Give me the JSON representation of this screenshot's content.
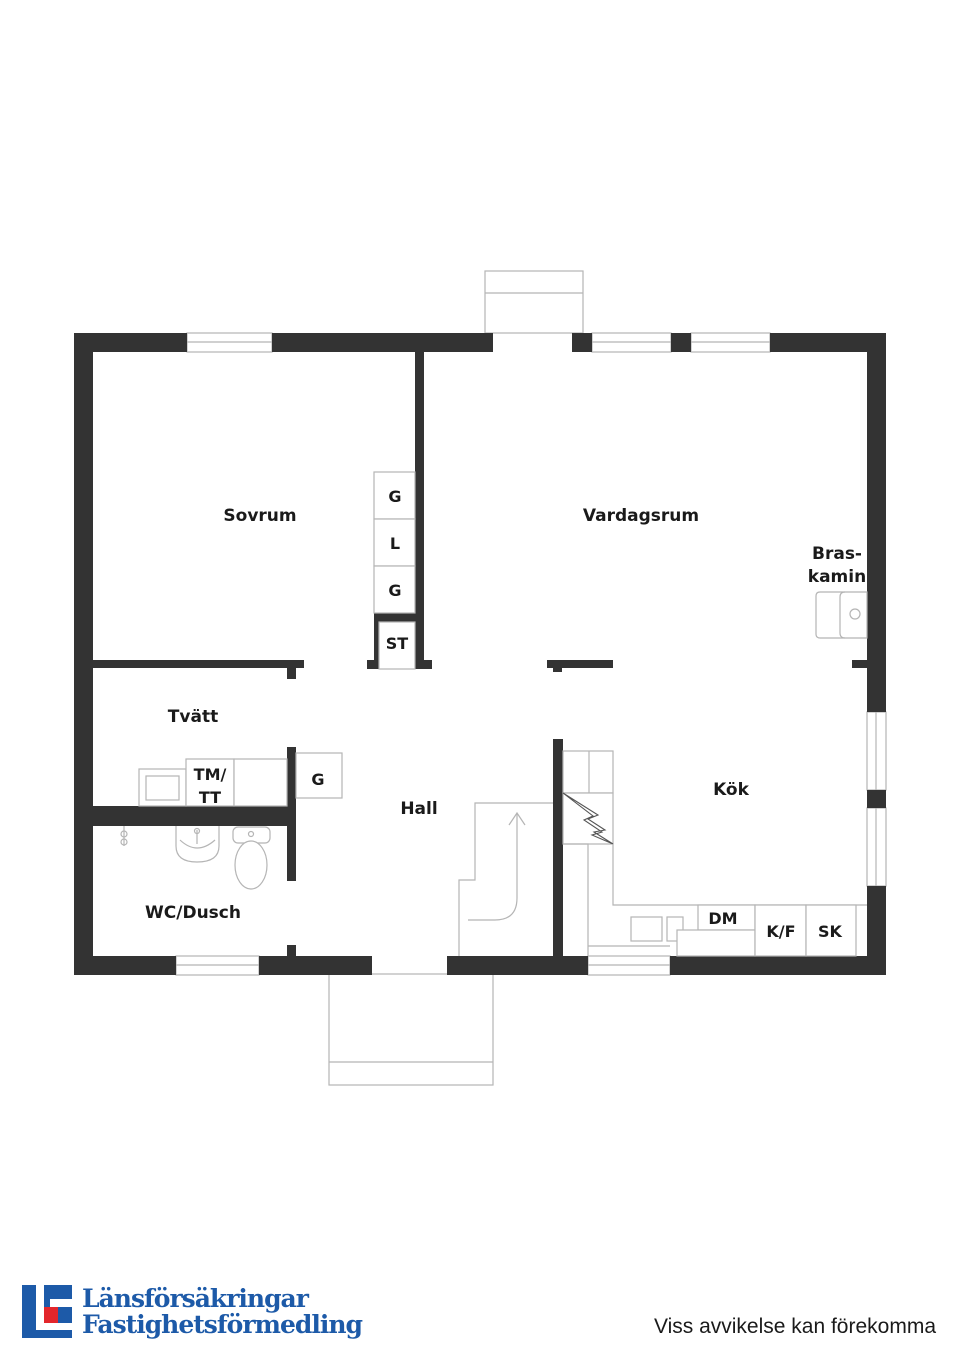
{
  "floorplan": {
    "rooms": {
      "sovrum": "Sovrum",
      "vardagsrum": "Vardagsrum",
      "braskamin_line1": "Bras-",
      "braskamin_line2": "kamin",
      "tvatt": "Tvätt",
      "hall": "Hall",
      "kok": "Kök",
      "wc_dusch": "WC/Dusch"
    },
    "fixtures": {
      "wardrobe_1": "G",
      "linen_closet": "L",
      "wardrobe_2": "G",
      "storage": "ST",
      "washer_line1": "TM/",
      "washer_line2": "TT",
      "hall_wardrobe": "G",
      "dishwasher": "DM",
      "fridge_freezer": "K/F",
      "cabinet": "SK"
    },
    "colors": {
      "wall": "#333333",
      "fixture_line": "#b5b5b5"
    }
  },
  "footer": {
    "brand_line1": "Länsförsäkringar",
    "brand_line2": "Fastighetsförmedling",
    "brand_color": "#1d5aa8",
    "brand_accent": "#e3262b",
    "disclaimer": "Viss avvikelse kan förekomma"
  }
}
